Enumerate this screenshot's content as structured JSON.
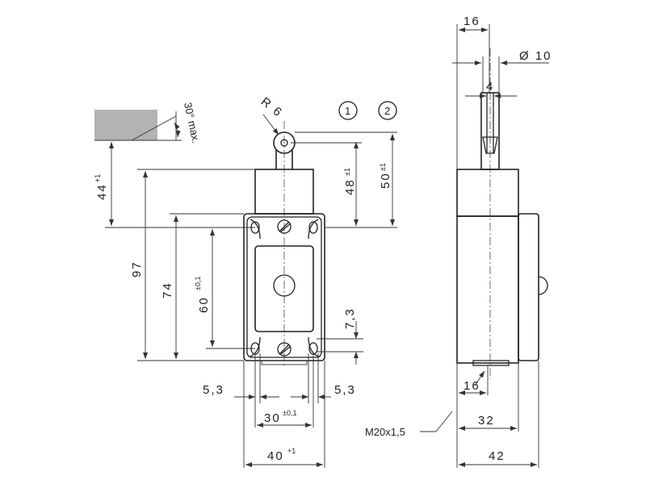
{
  "drawing": {
    "colors": {
      "line": "#222222",
      "gray_block": "#b3b3b3",
      "background": "#ffffff"
    },
    "dims": {
      "r6": "R 6",
      "circle1": "1",
      "circle2": "2",
      "d48": "48",
      "d48_tol": "±1",
      "d50": "50",
      "d50_tol": "±1",
      "d44": "44",
      "d44_tol": "+1",
      "angle": "30° max.",
      "d97": "97",
      "d74": "74",
      "d60": "60",
      "d60_tol": "±0,1",
      "d73": "7,3",
      "d53_left": "5,3",
      "d53_right": "5,3",
      "d30": "30",
      "d30_tol": "±0,1",
      "d40": "40",
      "d40_tol": "+1",
      "d16_top": "16",
      "d10": "Ø 10",
      "d4": "4",
      "d16_bottom": "16",
      "thread": "M20x1,5",
      "d32": "32",
      "d42": "42"
    }
  }
}
